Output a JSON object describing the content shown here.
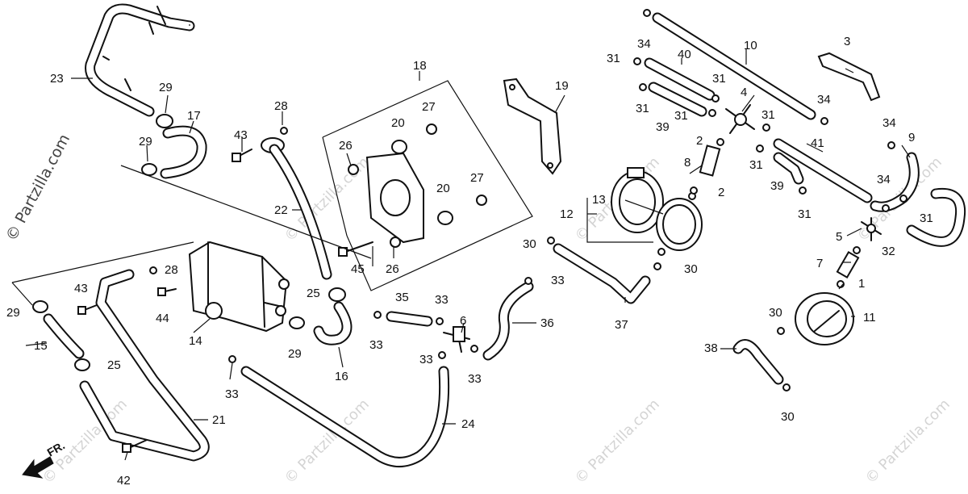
{
  "watermark": {
    "text": "© Partzilla.com",
    "side_text": "© Partzilla.com"
  },
  "front_indicator": "FR.",
  "callouts": {
    "c1": "1",
    "c2a": "2",
    "c2b": "2",
    "c3": "3",
    "c4": "4",
    "c5": "5",
    "c6": "6",
    "c7": "7",
    "c8": "8",
    "c9": "9",
    "c10": "10",
    "c11": "11",
    "c12": "12",
    "c13": "13",
    "c14": "14",
    "c15": "15",
    "c16": "16",
    "c17": "17",
    "c18": "18",
    "c19": "19",
    "c20a": "20",
    "c20b": "20",
    "c21": "21",
    "c22": "22",
    "c23": "23",
    "c24": "24",
    "c25a": "25",
    "c25b": "25",
    "c26a": "26",
    "c26b": "26",
    "c27a": "27",
    "c27b": "27",
    "c28a": "28",
    "c28b": "28",
    "c29a": "29",
    "c29b": "29",
    "c29c": "29",
    "c29d": "29",
    "c30a": "30",
    "c30b": "30",
    "c30c": "30",
    "c30d": "30",
    "c31a": "31",
    "c31b": "31",
    "c31c": "31",
    "c31d": "31",
    "c31e": "31",
    "c31f": "31",
    "c31g": "31",
    "c31h": "31",
    "c32": "32",
    "c33a": "33",
    "c33b": "33",
    "c33c": "33",
    "c33d": "33",
    "c33e": "33",
    "c33f": "33",
    "c34a": "34",
    "c34b": "34",
    "c34c": "34",
    "c34d": "34",
    "c35": "35",
    "c36": "36",
    "c37": "37",
    "c38": "38",
    "c39a": "39",
    "c39b": "39",
    "c40": "40",
    "c41": "41",
    "c42": "42",
    "c43a": "43",
    "c43b": "43",
    "c44": "44",
    "c45": "45"
  }
}
